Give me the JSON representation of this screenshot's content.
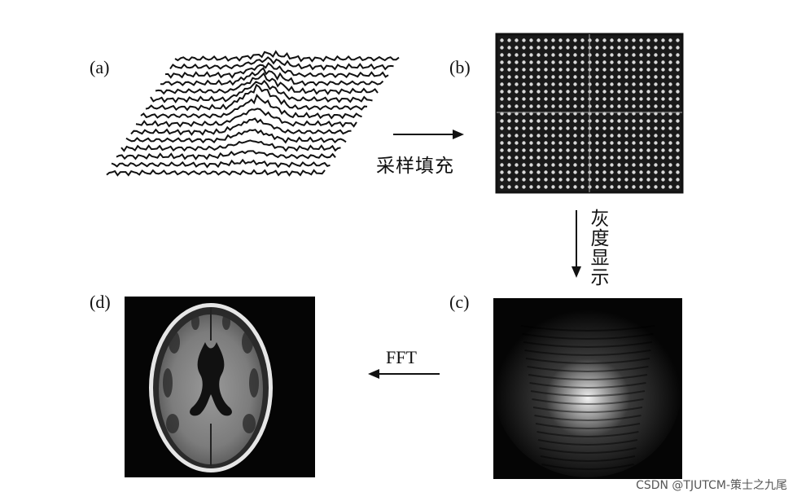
{
  "panels": {
    "a": {
      "label": "(a)"
    },
    "b": {
      "label": "(b)"
    },
    "c": {
      "label": "(c)"
    },
    "d": {
      "label": "(d)"
    }
  },
  "arrows": {
    "sampling": {
      "text": "采样填充"
    },
    "grayscale": {
      "text": "灰度显示"
    },
    "fft": {
      "text": "FFT"
    }
  },
  "watermark": "CSDN @TJUTCM-策士之九尾"
}
